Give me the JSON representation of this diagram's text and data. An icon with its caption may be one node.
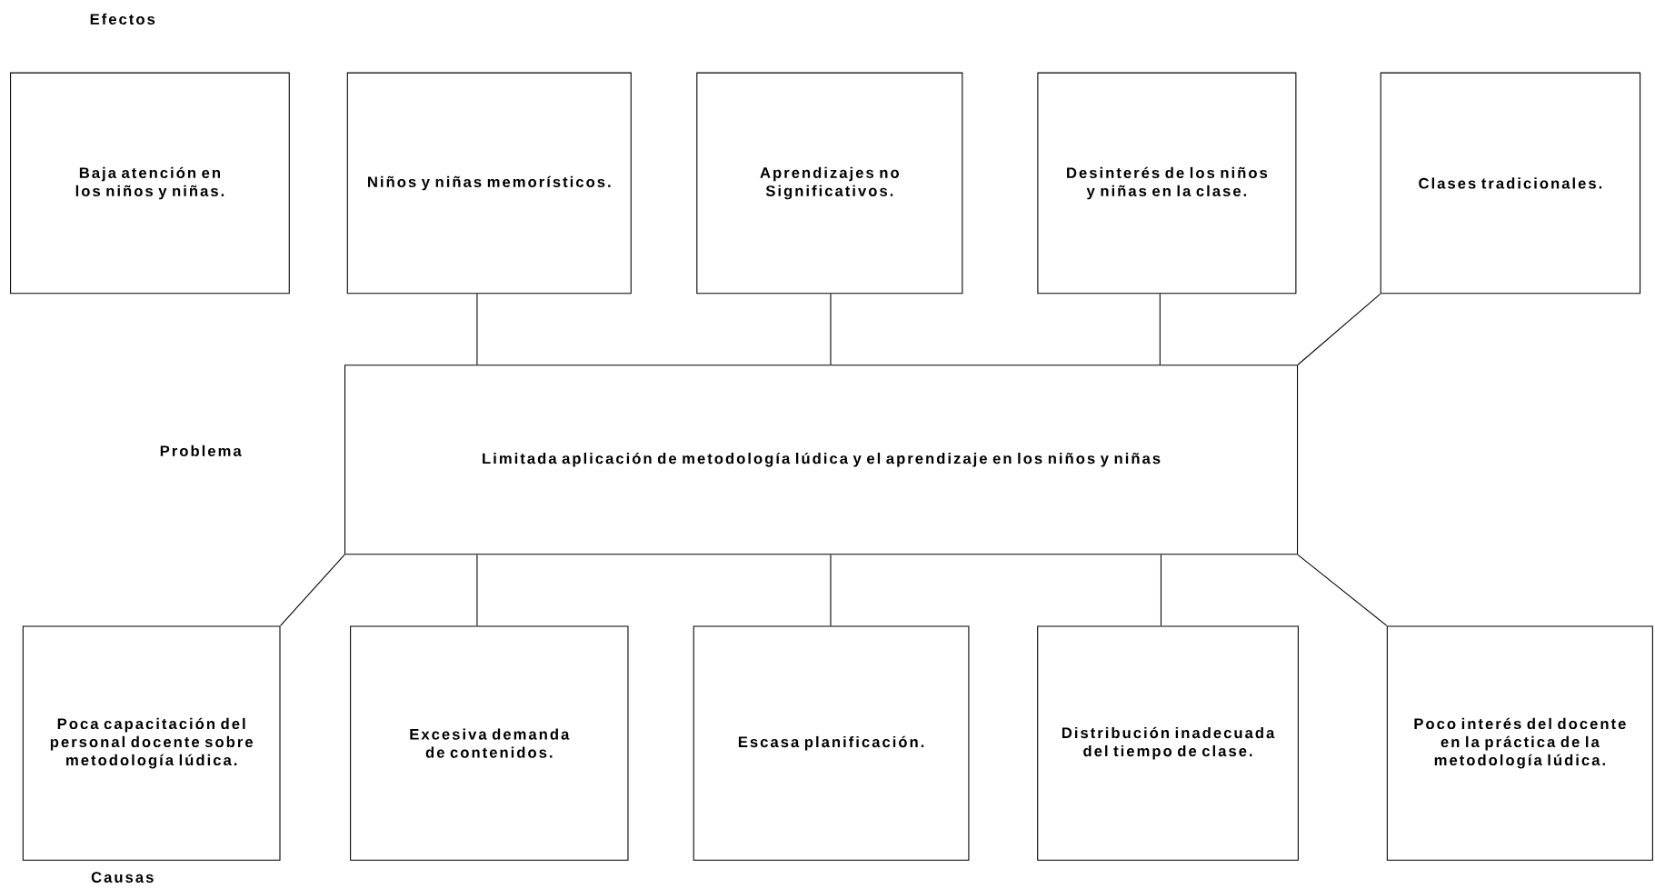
{
  "diagram": {
    "nodes": [
      {
        "text": [
          "Baja atención en los niños y niñas."
        ]
      },
      {
        "text": [
          "Niños y niñas memorísticos."
        ]
      },
      {
        "text": [
          "Aprendizajes no Significativos."
        ]
      },
      {
        "text": [
          "Desinterés de los niños y niñas en la clase."
        ]
      },
      {
        "text": [
          "Clases tradicionales."
        ]
      },
      {
        "text": [
          "Limitada aplicación de metodología lúdica y el aprendizaje en los niños y niñas"
        ]
      },
      {
        "text": [
          "Poca capacitación del personal docente sobre metodología lúdica."
        ]
      },
      {
        "text": [
          "Excesiva demanda de contenidos."
        ]
      },
      {
        "text": [
          "Escasa planificación."
        ]
      },
      {
        "text": [
          "Distribución inadecuada del tiempo de clase."
        ]
      },
      {
        "text": [
          "Poco interés del docente en la práctica de la metodología lúdica."
        ]
      }
    ],
    "edges": [
      {
        "from": 5,
        "to": 1,
        "arrow": "none"
      },
      {
        "from": 5,
        "to": 2,
        "arrow": "none"
      },
      {
        "from": 5,
        "to": 3,
        "arrow": "none"
      },
      {
        "from": 5,
        "to": 4,
        "arrow": "none"
      },
      {
        "from": 5,
        "to": 6,
        "arrow": "none"
      },
      {
        "from": 5,
        "to": 7,
        "arrow": "none"
      },
      {
        "from": 5,
        "to": 8,
        "arrow": "none"
      },
      {
        "from": 5,
        "to": 9,
        "arrow": "none"
      },
      {
        "from": 5,
        "to": 10,
        "arrow": "none"
      }
    ],
    "labels": [
      "Efectos",
      "Problema",
      "Causas"
    ]
  }
}
